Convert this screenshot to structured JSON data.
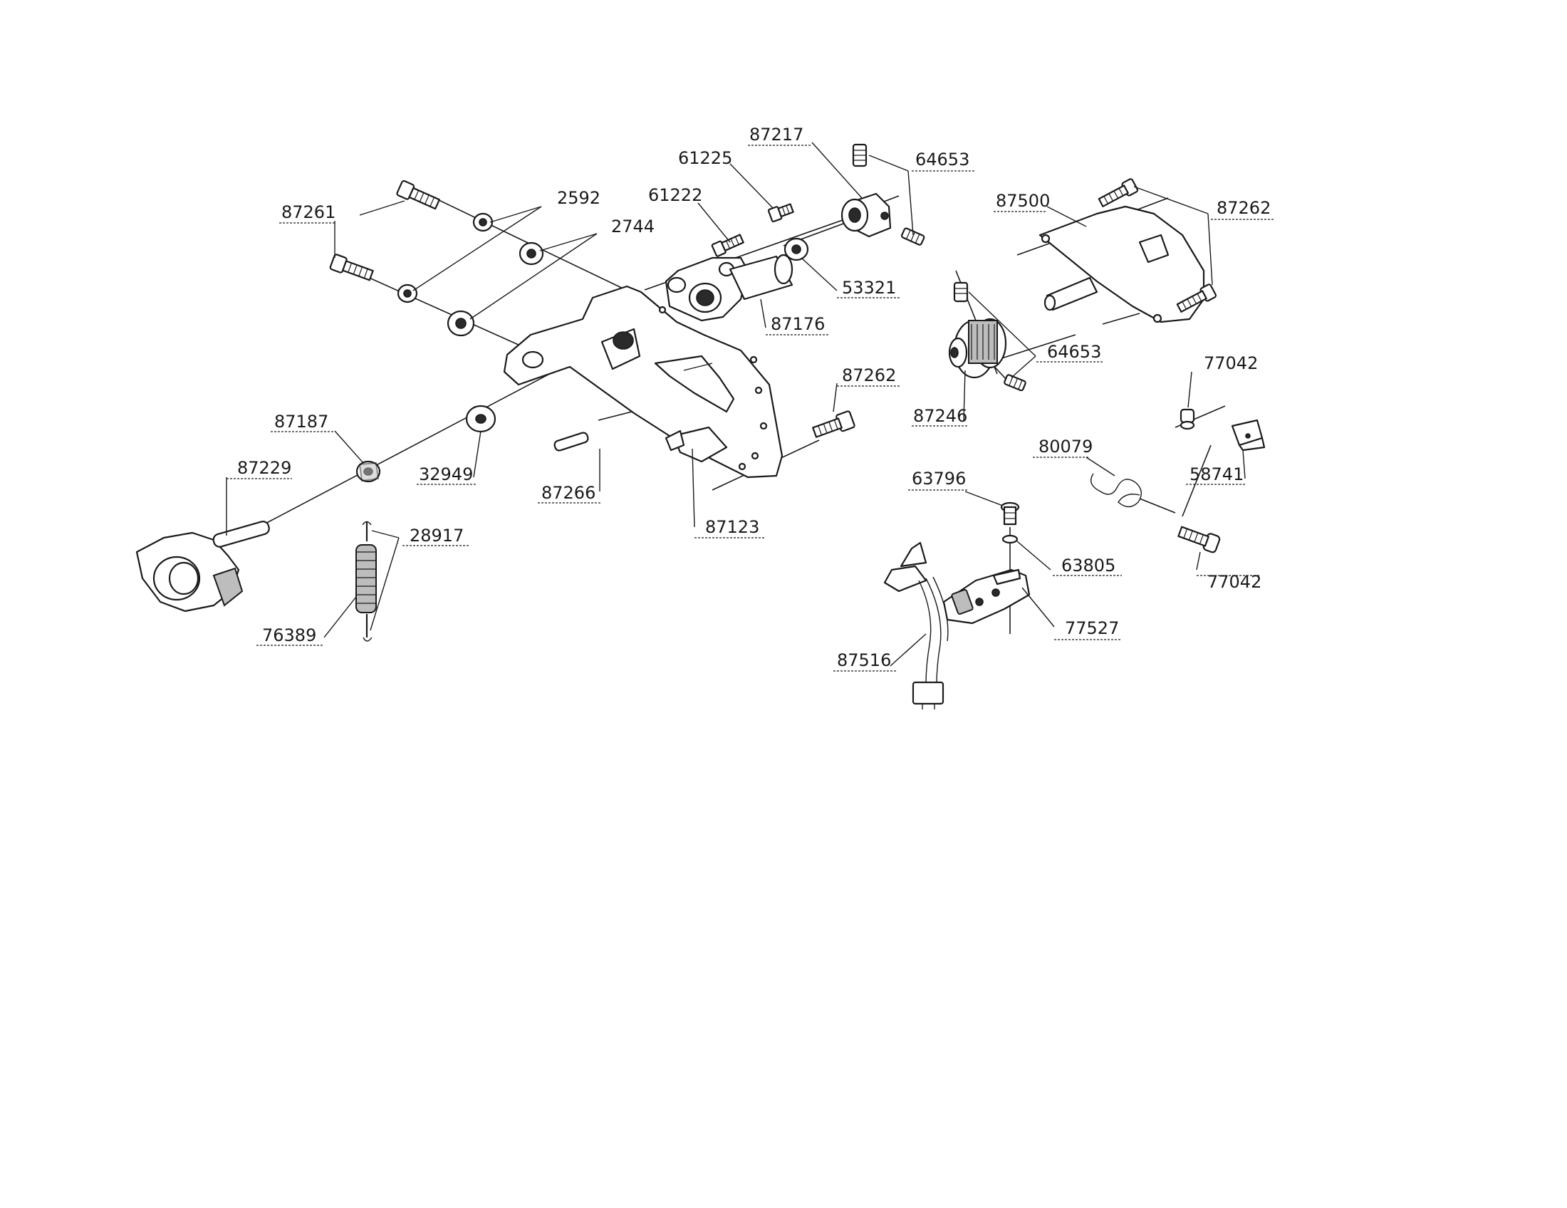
{
  "callouts": {
    "p87261": "87261",
    "p2592": "2592",
    "p2744": "2744",
    "p61225": "61225",
    "p61222": "61222",
    "p87217": "87217",
    "p64653_top": "64653",
    "p87500": "87500",
    "p87262_top": "87262",
    "p53321": "53321",
    "p87176": "87176",
    "p64653_mid": "64653",
    "p87262_mid": "87262",
    "p77042_top": "77042",
    "p87187": "87187",
    "p87246": "87246",
    "p87229": "87229",
    "p32949": "32949",
    "p87266": "87266",
    "p80079": "80079",
    "p58741": "58741",
    "p63796": "63796",
    "p28917": "28917",
    "p87123": "87123",
    "p63805": "63805",
    "p77042_bot": "77042",
    "p77527": "77527",
    "p76389": "76389",
    "p87516": "87516"
  }
}
